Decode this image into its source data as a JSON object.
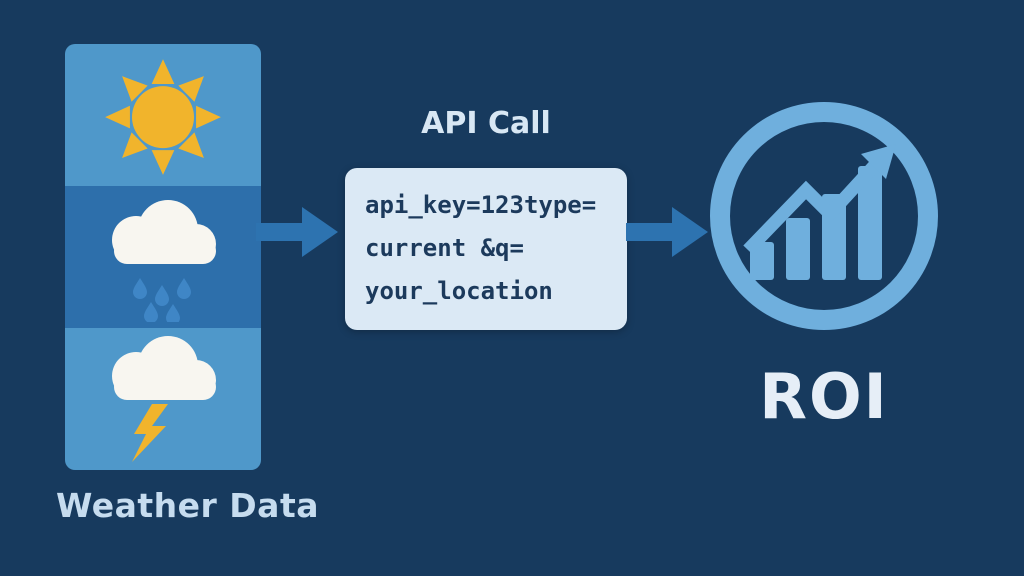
{
  "colors": {
    "background": "#173a5e",
    "panel_light": "#4f98ca",
    "panel_dark": "#2d6fab",
    "sun": "#f1b42c",
    "cloud": "#f8f6f0",
    "raindrop": "#3f86c6",
    "arrow": "#2d73b0",
    "code_box": "#dbe9f5",
    "code_text": "#1c3a5c",
    "roi_blue": "#6fafdd",
    "heading_text": "#d8e7f4"
  },
  "weather_panel": {
    "label": "Weather Data",
    "sections": [
      {
        "name": "sunny",
        "icon": "sun-icon"
      },
      {
        "name": "rainy",
        "icon": "rain-cloud-icon"
      },
      {
        "name": "stormy",
        "icon": "storm-cloud-icon"
      }
    ]
  },
  "api_call": {
    "title": "API Call",
    "code_lines": [
      "api_key=123type=",
      "current &q=",
      "your_location"
    ]
  },
  "roi": {
    "label": "ROI"
  }
}
